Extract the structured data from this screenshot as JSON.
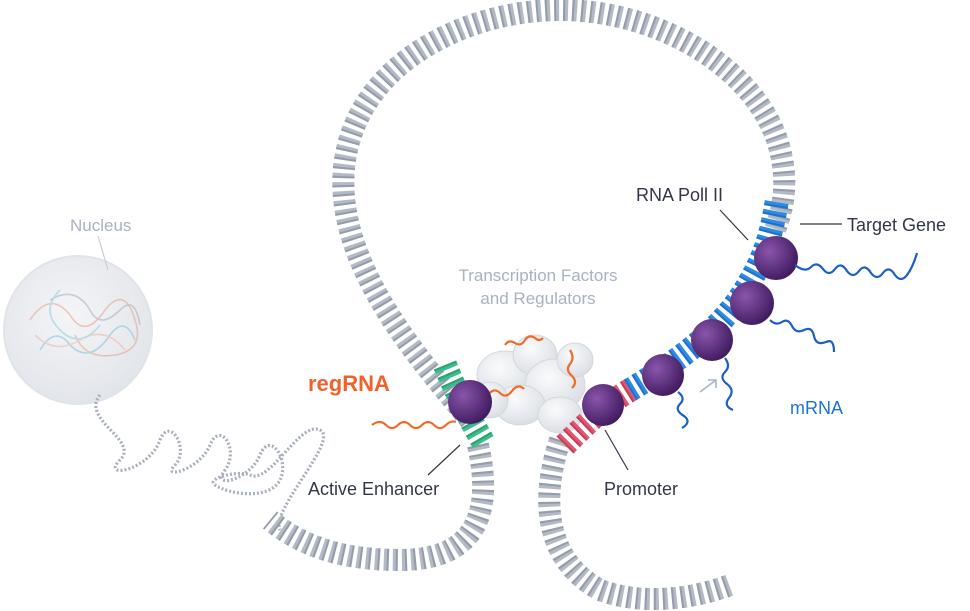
{
  "labels": {
    "nucleus": "Nucleus",
    "transcription_factors_line1": "Transcription Factors",
    "transcription_factors_line2": "and Regulators",
    "rna_pol": "RNA Poll II",
    "target_gene": "Target Gene",
    "regrna": "regRNA",
    "active_enhancer": "Active Enhancer",
    "promoter": "Promoter",
    "mrna": "mRNA"
  },
  "colors": {
    "dna": "#b3bac6",
    "dna_dark": "#7f8898",
    "enhancer": "#3cbd8b",
    "promoter": "#e2566f",
    "gene": "#2d8be6",
    "polymerase": "#5a2a7c",
    "regrna": "#f06a28",
    "mrna": "#1a5fc6",
    "tf_cluster": "#e7eaee"
  }
}
